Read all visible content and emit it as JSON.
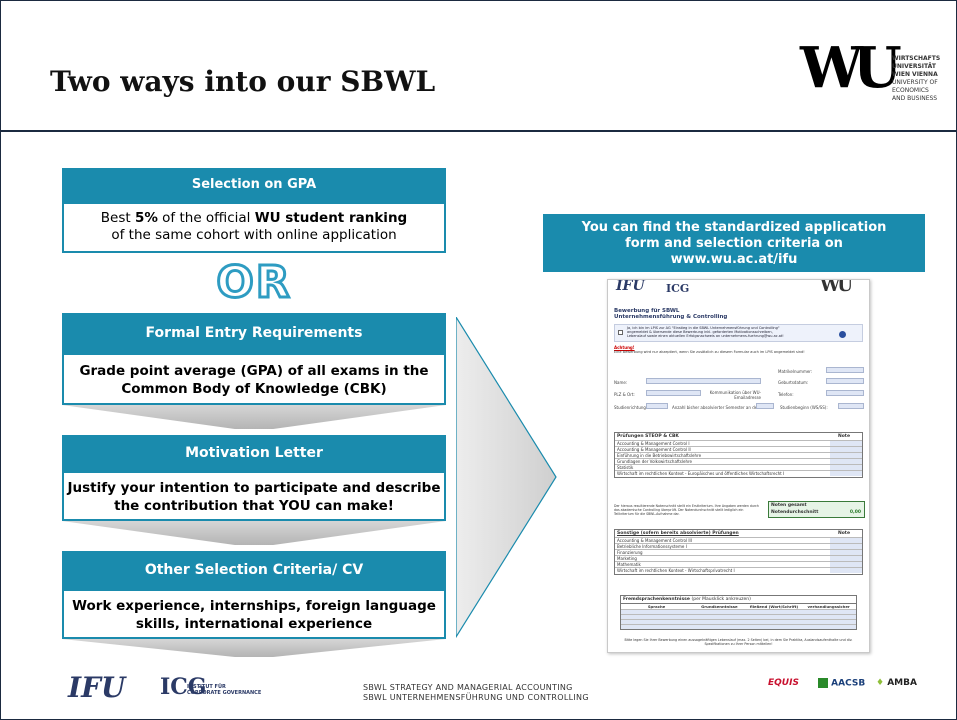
{
  "header": {
    "title": "Two ways into our SBWL",
    "wu_logo_mark": "WU",
    "wu_logo_lines": [
      "WIRTSCHAFTS",
      "UNIVERSITÄT",
      "WIEN VIENNA",
      "UNIVERSITY OF",
      "ECONOMICS",
      "AND BUSINESS"
    ]
  },
  "gpa": {
    "label": "Selection on GPA",
    "text_a": "Best ",
    "text_b": "5%",
    "text_c": " of the official ",
    "text_d": "WU student ranking",
    "text_e": "of the same cohort with online application"
  },
  "or_label": "OR",
  "formal": {
    "label": "Formal Entry Requirements",
    "text": "Grade point average (GPA) of all exams in the Common Body of Knowledge (CBK)"
  },
  "motivation": {
    "label": "Motivation Letter",
    "text": "Justify your intention to participate and describe the contribution that YOU can make!"
  },
  "other": {
    "label": "Other Selection Criteria/ CV",
    "text": "Work experience, internships, foreign language skills, international experience"
  },
  "callout": {
    "line1": "You can find the standardized application",
    "line2": "form and selection criteria on",
    "line3": "www.wu.ac.at/ifu"
  },
  "form": {
    "ifu": "IFU",
    "icg": "ICG",
    "wu": "WU",
    "title1": "Bewerbung für SBWL",
    "title2": "Unternehmensführung & Controlling",
    "checkbox_text": "Ja, ich bin im LPIS zur AG \"Einstieg in die SBWL Unternehmensführung und Controlling\" angemeldet & übersende diese Bewerbung inkl. geforderten Motivationsschreiben, Lebenslauf sowie einen aktuellen Erfolgsnachweis an unternehmens.fuehrung@wu.ac.at!",
    "warn_title": "Achtung!",
    "warn_text": "Eine Bewerbung wird nur akzeptiert, wenn Sie zusätzlich zu diesem Formular auch im LPIS angemeldet sind!",
    "fields": {
      "matrikel": "Matrikelnummer:",
      "name": "Name:",
      "geburt": "Geburtsdatum:",
      "plz": "PLZ & Ort:",
      "kom": "Kommunikation über WU-Emailadresse",
      "tel": "Telefon:",
      "studium": "Studienrichtung:",
      "anzahl": "Anzahl bisher absolvierter Semester an der WU:",
      "beginn": "Studienbeginn (WS/SS):"
    },
    "t1_head": "Prüfungen STEOP & CBK",
    "t1_note": "Note",
    "t1_rows": [
      "Accounting & Management Control I",
      "Accounting & Management Control II",
      "Einführung in die Betriebswirtschaftslehre",
      "Grundlagen der Volkswirtschaftslehre",
      "Statistik",
      "Wirtschaft im rechtlichen Kontext - Europäisches und öffentliches Wirtschaftsrecht I"
    ],
    "note_text": "Der hieraus resultierende Notenschnitt stellt ein Erstkriterium. Ihre Angaben werden durch das akademische Controlling überprüft. Der Notendurchschnitt stellt lediglich ein Teilkriterium für die SBWL-Aufnahme dar.",
    "noten_gesamt": "Noten gesamt",
    "notendurchschnitt": "Notendurchschnitt",
    "avg": "0,00",
    "t2_head": "Sonstige (sofern bereits absolvierte) Prüfungen",
    "t2_note": "Note",
    "t2_rows": [
      "Accounting & Management Control III",
      "Betriebliche Informationssysteme I",
      "Finanzierung",
      "Marketing",
      "Mathematik",
      "Wirtschaft im rechtlichen Kontext - Wirtschaftsprivatrecht I"
    ],
    "lang_head": "Fremdsprachenkenntnisse",
    "lang_sub": "(per Mausklick ankreuzen)",
    "lang_cols": [
      "Sprache",
      "Grundkenntnisse",
      "fließend (Wort/Schrift)",
      "verhandlungssicher"
    ],
    "footer_note": "Bitte legen Sie Ihrer Bewerbung einen aussagekräftigen Lebenslauf (max. 2 Seiten) bei, in dem Sie Praktika, Auslandsaufenthalte und div. Spezifikationen zu Ihrer Person mitteilen!"
  },
  "footer": {
    "line1": "SBWL STRATEGY AND MANAGERIAL ACCOUNTING",
    "line2": "SBWL UNTERNEHMENSFÜHRUNG UND CONTROLLING",
    "ifu": "IFU",
    "icg": "ICG",
    "icg_sub1": "INSTITUT FÜR",
    "icg_sub2": "CORPORATE GOVERNANCE",
    "equis": "EQUIS",
    "aacsb": "AACSB",
    "amba": "AMBA"
  },
  "colors": {
    "accent": "#1a8bad",
    "dark": "#1b2a40"
  }
}
